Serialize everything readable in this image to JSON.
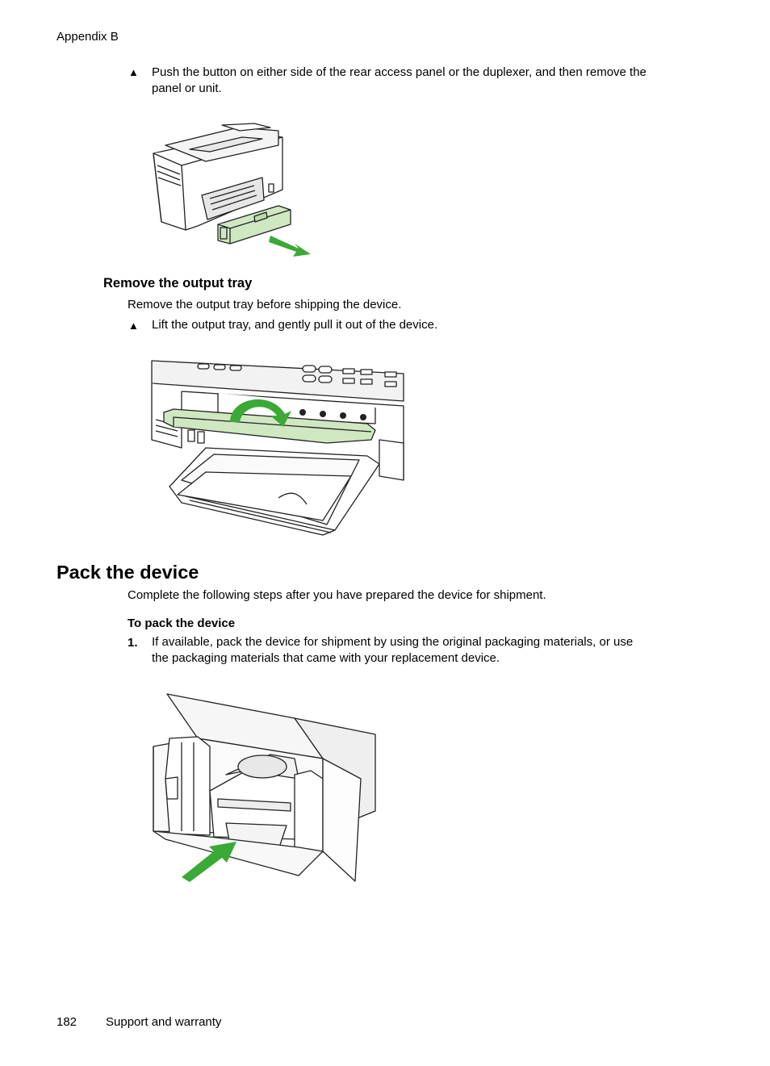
{
  "header": {
    "section": "Appendix B"
  },
  "step_remove_panel": {
    "bullet": "▲",
    "text_line1": "Push the button on either side of the rear access panel or the duplexer, and then remove the",
    "text_line2": "panel or unit."
  },
  "output_tray": {
    "heading": "Remove the output tray",
    "intro": "Remove the output tray before shipping the device.",
    "bullet": "▲",
    "step": "Lift the output tray, and gently pull it out of the device."
  },
  "pack": {
    "heading": "Pack the device",
    "intro": "Complete the following steps after you have prepared the device for shipment.",
    "procedure_title": "To pack the device",
    "step_number": "1.",
    "step_line1": "If available, pack the device for shipment by using the original packaging materials, or use",
    "step_line2": "the packaging materials that came with your replacement device."
  },
  "footer": {
    "page_number": "182",
    "chapter": "Support and warranty"
  },
  "colors": {
    "accent_green": "#3aa935",
    "part_green": "#cfe8c2",
    "line": "#222222"
  }
}
